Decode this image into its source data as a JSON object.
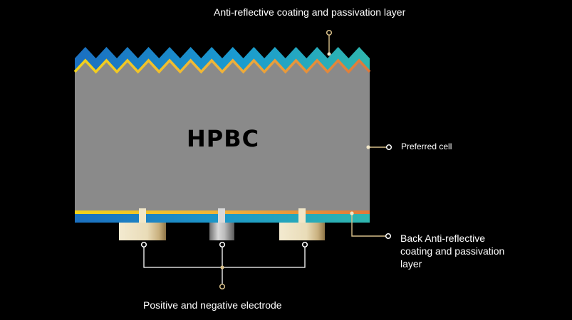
{
  "diagram": {
    "cell_title": "HPBC",
    "labels": {
      "top_coating": "Anti-reflective coating and passivation layer",
      "preferred_cell": "Preferred cell",
      "back_coating": "Back Anti-reflective coating and passivation layer",
      "electrodes": "Positive and negative  electrode"
    },
    "colors": {
      "background": "#000000",
      "cell_body": "#8a8a8a",
      "coating_blue": "#1b6fc0",
      "coating_teal": "#2fb6ae",
      "passivation_yellow": "#f2d21a",
      "passivation_orange": "#e0783a",
      "electrode_gold": "#e9dcb8",
      "electrode_silver": "#b9b9b9",
      "leader_line": "#ffffff",
      "leader_line_gold": "#d8c08a"
    }
  }
}
